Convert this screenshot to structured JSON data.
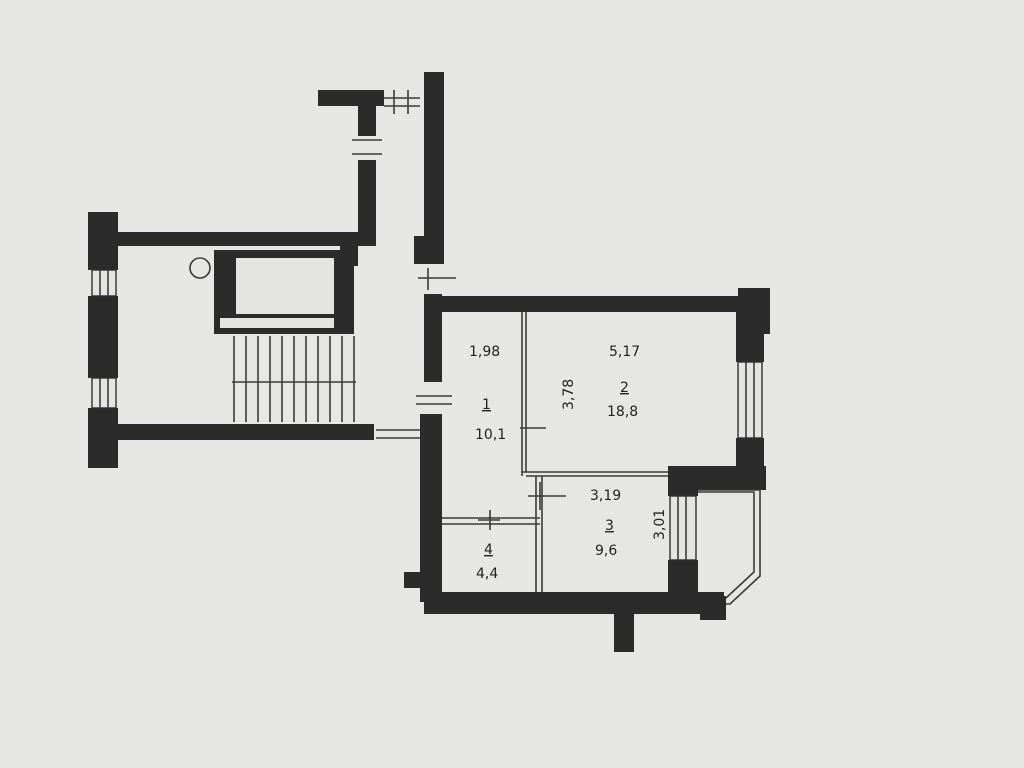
{
  "rooms": [
    {
      "number": "1",
      "area": "10,1"
    },
    {
      "number": "2",
      "area": "18,8"
    },
    {
      "number": "3",
      "area": "9,6"
    },
    {
      "number": "4",
      "area": "4,4"
    }
  ],
  "dimensions": {
    "d_1_98": "1,98",
    "d_5_17": "5,17",
    "d_3_78": "3,78",
    "d_3_19": "3,19",
    "d_3_01": "3,01"
  }
}
